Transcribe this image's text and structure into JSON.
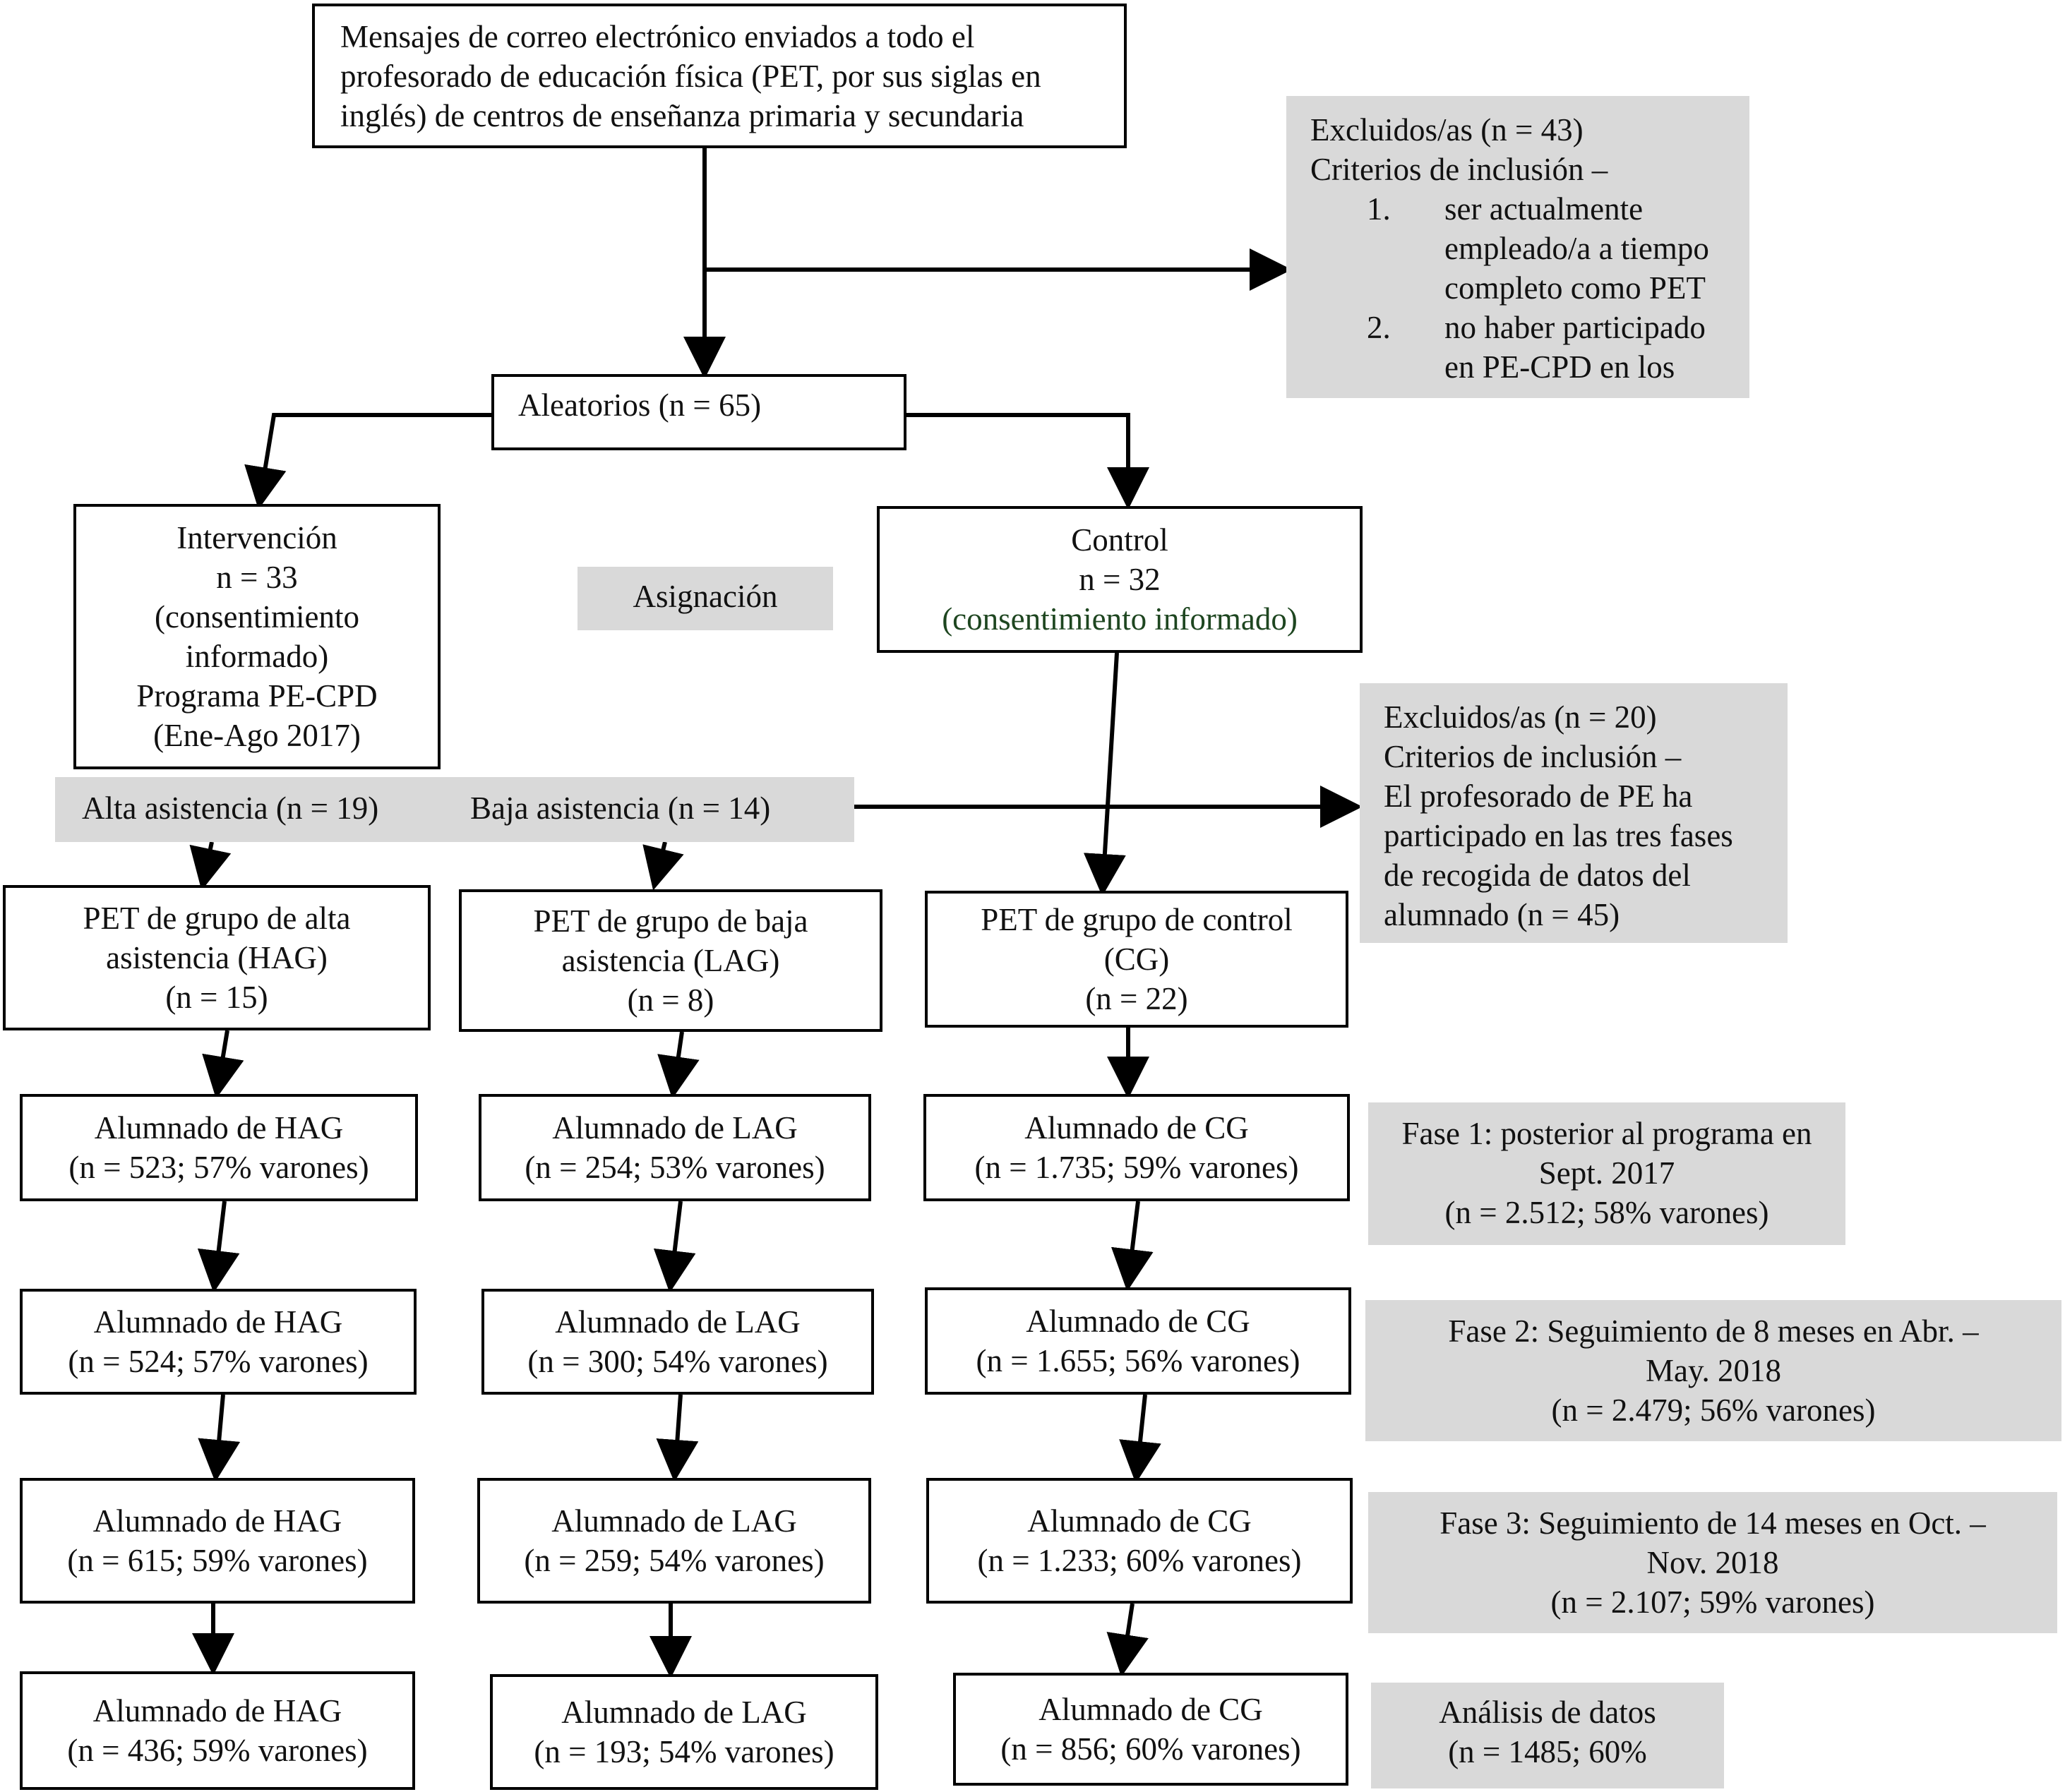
{
  "top_box": {
    "text": "Mensajes de correo electrónico enviados a todo el\nprofesorado de educación física (PET, por sus siglas en\ninglés) de centros de enseñanza primaria y secundaria"
  },
  "excluded_1": {
    "title": "Excluidos/as (n = 43)",
    "criteria_heading": "Criterios de inclusión –",
    "items": [
      {
        "num": "1.",
        "text": "ser actualmente\nempleado/a a tiempo\ncompleto como  PET"
      },
      {
        "num": "2.",
        "text": "no haber participado\nen PE-CPD en los"
      }
    ]
  },
  "random": {
    "text": "Aleatorios (n = 65)"
  },
  "intervention": {
    "text": "Intervención\nn = 33\n(consentimiento\ninformado)\nPrograma PE-CPD\n(Ene-Ago 2017)"
  },
  "allocation": {
    "text": "Asignación"
  },
  "control": {
    "line1": "Control",
    "line2": "n = 32",
    "line3": "(consentimiento informado)"
  },
  "attendance": {
    "high": "Alta asistencia (n = 19)",
    "low": "Baja asistencia (n = 14)"
  },
  "excluded_2": {
    "text": "Excluidos/as (n = 20)\nCriterios de inclusión –\nEl profesorado de PE ha\nparticipado en las tres fases\nde recogida de datos del\nalumnado (n = 45)"
  },
  "pet_groups": {
    "hag": "PET de grupo de alta\nasistencia (HAG)\n(n = 15)",
    "lag": "PET de grupo de baja\nasistencia (LAG)\n(n = 8)",
    "cg": "PET de grupo de control\n(CG)\n(n = 22)"
  },
  "students": {
    "hag": [
      "Alumnado de HAG\n(n = 523; 57% varones)",
      "Alumnado de HAG\n(n = 524; 57% varones)",
      "Alumnado de HAG\n(n = 615; 59% varones)",
      "Alumnado de HAG\n(n = 436; 59% varones)"
    ],
    "lag": [
      "Alumnado de LAG\n(n = 254; 53% varones)",
      "Alumnado de LAG\n(n = 300; 54% varones)",
      "Alumnado de LAG\n(n = 259; 54% varones)",
      "Alumnado de LAG\n(n = 193; 54% varones)"
    ],
    "cg": [
      "Alumnado de CG\n(n = 1.735; 59% varones)",
      "Alumnado de CG\n(n = 1.655; 56% varones)",
      "Alumnado de CG\n(n = 1.233; 60% varones)",
      "Alumnado de CG\n(n = 856; 60% varones)"
    ]
  },
  "phases": [
    "Fase 1: posterior al programa en\nSept. 2017\n(n = 2.512; 58% varones)",
    "Fase 2: Seguimiento de 8 meses en Abr. –\nMay. 2018\n(n = 2.479; 56% varones)",
    "Fase 3: Seguimiento de 14 meses en Oct. –\nNov. 2018\n(n = 2.107; 59% varones)",
    "Análisis de datos\n(n = 1485; 60%"
  ]
}
